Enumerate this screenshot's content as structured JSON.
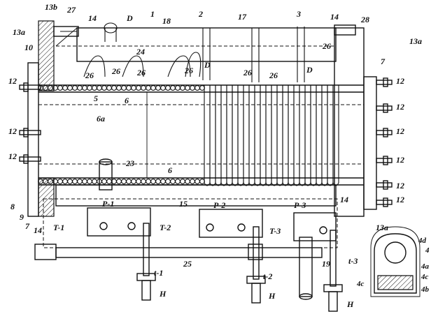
{
  "figure": {
    "labels": {
      "l13b": "13b",
      "l27": "27",
      "l14a": "14",
      "lD1": "D",
      "l1": "1",
      "l18": "18",
      "l2": "2",
      "l17": "17",
      "l3": "3",
      "l14b": "14",
      "l28": "28",
      "l13a_left": "13a",
      "l13a_right": "13a",
      "l10": "10",
      "l24": "24",
      "l26a": "26",
      "l26b": "26",
      "l26c": "26",
      "l26d": "26",
      "l26e": "26",
      "l26f": "26",
      "l26g": "26",
      "lD2": "D",
      "lD3": "D",
      "l7_right": "7",
      "l12_l1": "12",
      "l12_l2": "12",
      "l12_l3": "12",
      "l12_r1": "12",
      "l12_r2": "12",
      "l12_r3": "12",
      "l12_r4": "12",
      "l12_r5": "12",
      "l12_r6": "12",
      "l5": "5",
      "l6a": "6",
      "l6a2": "6a",
      "l6b": "6",
      "l23": "23",
      "l8": "8",
      "l9": "9",
      "l7_left": "7",
      "l14c": "14",
      "l14d": "14",
      "lP1": "P-1",
      "lP2": "P-2",
      "lP3": "P-3",
      "l15": "15",
      "l13a_bottom": "13a",
      "lT1": "T-1",
      "lT2": "T-2",
      "lT3": "T-3",
      "lt1": "t-1",
      "lt2": "t-2",
      "lt3": "t-3",
      "l25": "25",
      "l19": "19",
      "lH1": "H",
      "lH2": "H",
      "lH3": "H",
      "l4d": "4d",
      "l4": "4",
      "l4a": "4a",
      "l4c_left": "4c",
      "l4c_right": "4c",
      "l4b": "4b"
    }
  }
}
